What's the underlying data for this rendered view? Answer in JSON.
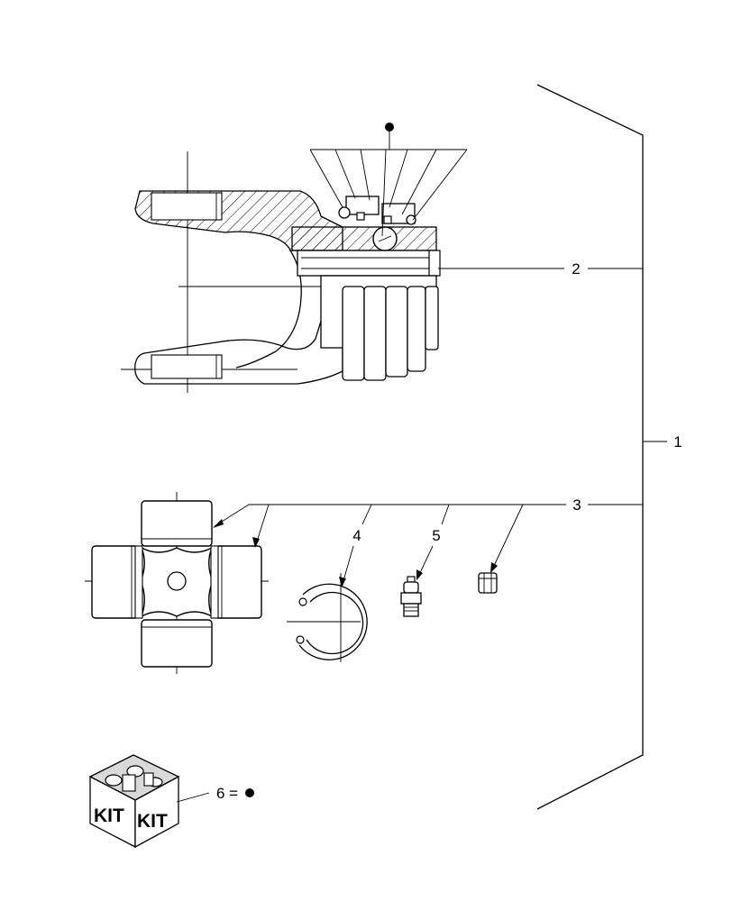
{
  "callouts": {
    "c1": "1",
    "c2": "2",
    "c3": "3",
    "c4": "4",
    "c5": "5",
    "c6": "6 ="
  },
  "kit": {
    "label_left": "KIT",
    "label_right": "KIT"
  },
  "colors": {
    "line": "#000000",
    "background": "#ffffff",
    "shade": "#d9d9d9"
  }
}
